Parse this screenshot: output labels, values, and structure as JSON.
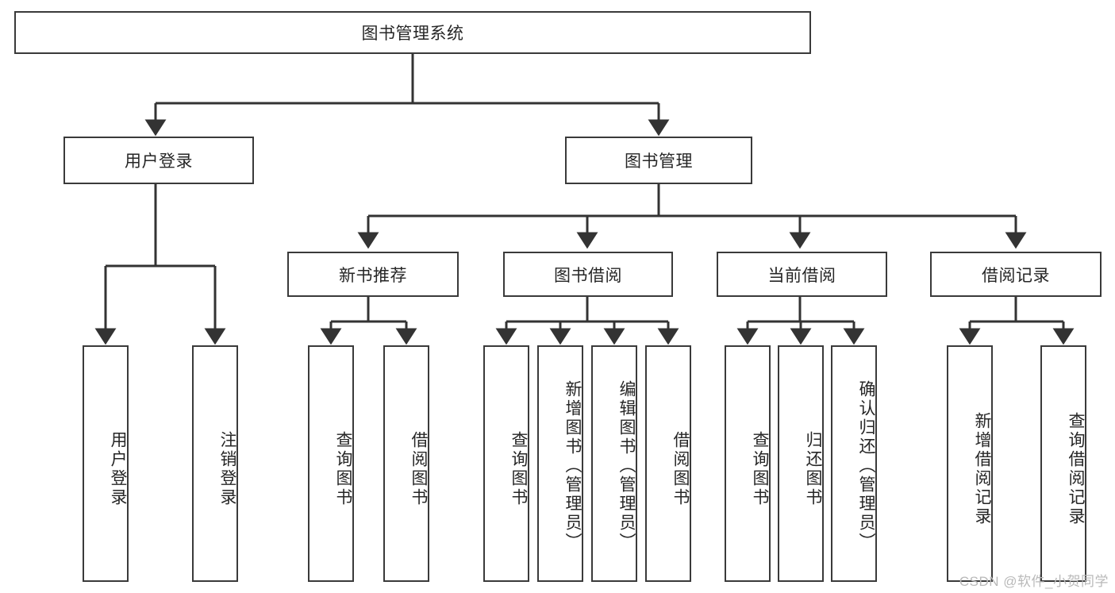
{
  "diagram": {
    "type": "tree-hierarchy",
    "title": "图书管理系统",
    "watermark": "CSDN @软件_小贺同学",
    "colors": {
      "box_border": "#3a3a3a",
      "box_fill": "#ffffff",
      "connector": "#333333",
      "text": "#262626",
      "watermark": "#b9b9b9",
      "background": "#ffffff"
    },
    "nodes": {
      "root": {
        "label": "图书管理系统",
        "level": 1,
        "orientation": "horizontal"
      },
      "user_login": {
        "label": "用户登录",
        "level": 2,
        "orientation": "horizontal"
      },
      "book_manage": {
        "label": "图书管理",
        "level": 2,
        "orientation": "horizontal"
      },
      "new_book_rec": {
        "label": "新书推荐",
        "level": 3,
        "orientation": "horizontal"
      },
      "book_borrow": {
        "label": "图书借阅",
        "level": 3,
        "orientation": "horizontal"
      },
      "current_borrow": {
        "label": "当前借阅",
        "level": 3,
        "orientation": "horizontal"
      },
      "borrow_record": {
        "label": "借阅记录",
        "level": 3,
        "orientation": "horizontal"
      },
      "leaf_user_login": {
        "label": "用户登录",
        "level": 4,
        "orientation": "vertical"
      },
      "leaf_logout": {
        "label": "注销登录",
        "level": 4,
        "orientation": "vertical"
      },
      "leaf_query_book_1": {
        "label": "查询图书",
        "level": 4,
        "orientation": "vertical"
      },
      "leaf_borrow_book_1": {
        "label": "借阅图书",
        "level": 4,
        "orientation": "vertical"
      },
      "leaf_query_book_2": {
        "label": "查询图书",
        "level": 4,
        "orientation": "vertical"
      },
      "leaf_add_book": {
        "label": "新增图书（管理员）",
        "level": 4,
        "orientation": "vertical"
      },
      "leaf_edit_book": {
        "label": "编辑图书（管理员）",
        "level": 4,
        "orientation": "vertical"
      },
      "leaf_borrow_book_2": {
        "label": "借阅图书",
        "level": 4,
        "orientation": "vertical"
      },
      "leaf_query_book_3": {
        "label": "查询图书",
        "level": 4,
        "orientation": "vertical"
      },
      "leaf_return_book": {
        "label": "归还图书",
        "level": 4,
        "orientation": "vertical"
      },
      "leaf_confirm_return": {
        "label": "确认归还（管理员）",
        "level": 4,
        "orientation": "vertical"
      },
      "leaf_add_record": {
        "label": "新增借阅记录",
        "level": 4,
        "orientation": "vertical"
      },
      "leaf_query_record": {
        "label": "查询借阅记录",
        "level": 4,
        "orientation": "vertical"
      }
    },
    "edges": [
      {
        "from": "root",
        "to": "user_login"
      },
      {
        "from": "root",
        "to": "book_manage"
      },
      {
        "from": "user_login",
        "to": "leaf_user_login"
      },
      {
        "from": "user_login",
        "to": "leaf_logout"
      },
      {
        "from": "book_manage",
        "to": "new_book_rec"
      },
      {
        "from": "book_manage",
        "to": "book_borrow"
      },
      {
        "from": "book_manage",
        "to": "current_borrow"
      },
      {
        "from": "book_manage",
        "to": "borrow_record"
      },
      {
        "from": "new_book_rec",
        "to": "leaf_query_book_1"
      },
      {
        "from": "new_book_rec",
        "to": "leaf_borrow_book_1"
      },
      {
        "from": "book_borrow",
        "to": "leaf_query_book_2"
      },
      {
        "from": "book_borrow",
        "to": "leaf_add_book"
      },
      {
        "from": "book_borrow",
        "to": "leaf_edit_book"
      },
      {
        "from": "book_borrow",
        "to": "leaf_borrow_book_2"
      },
      {
        "from": "current_borrow",
        "to": "leaf_query_book_3"
      },
      {
        "from": "current_borrow",
        "to": "leaf_return_book"
      },
      {
        "from": "current_borrow",
        "to": "leaf_confirm_return"
      },
      {
        "from": "borrow_record",
        "to": "leaf_add_record"
      },
      {
        "from": "borrow_record",
        "to": "leaf_query_record"
      }
    ]
  }
}
